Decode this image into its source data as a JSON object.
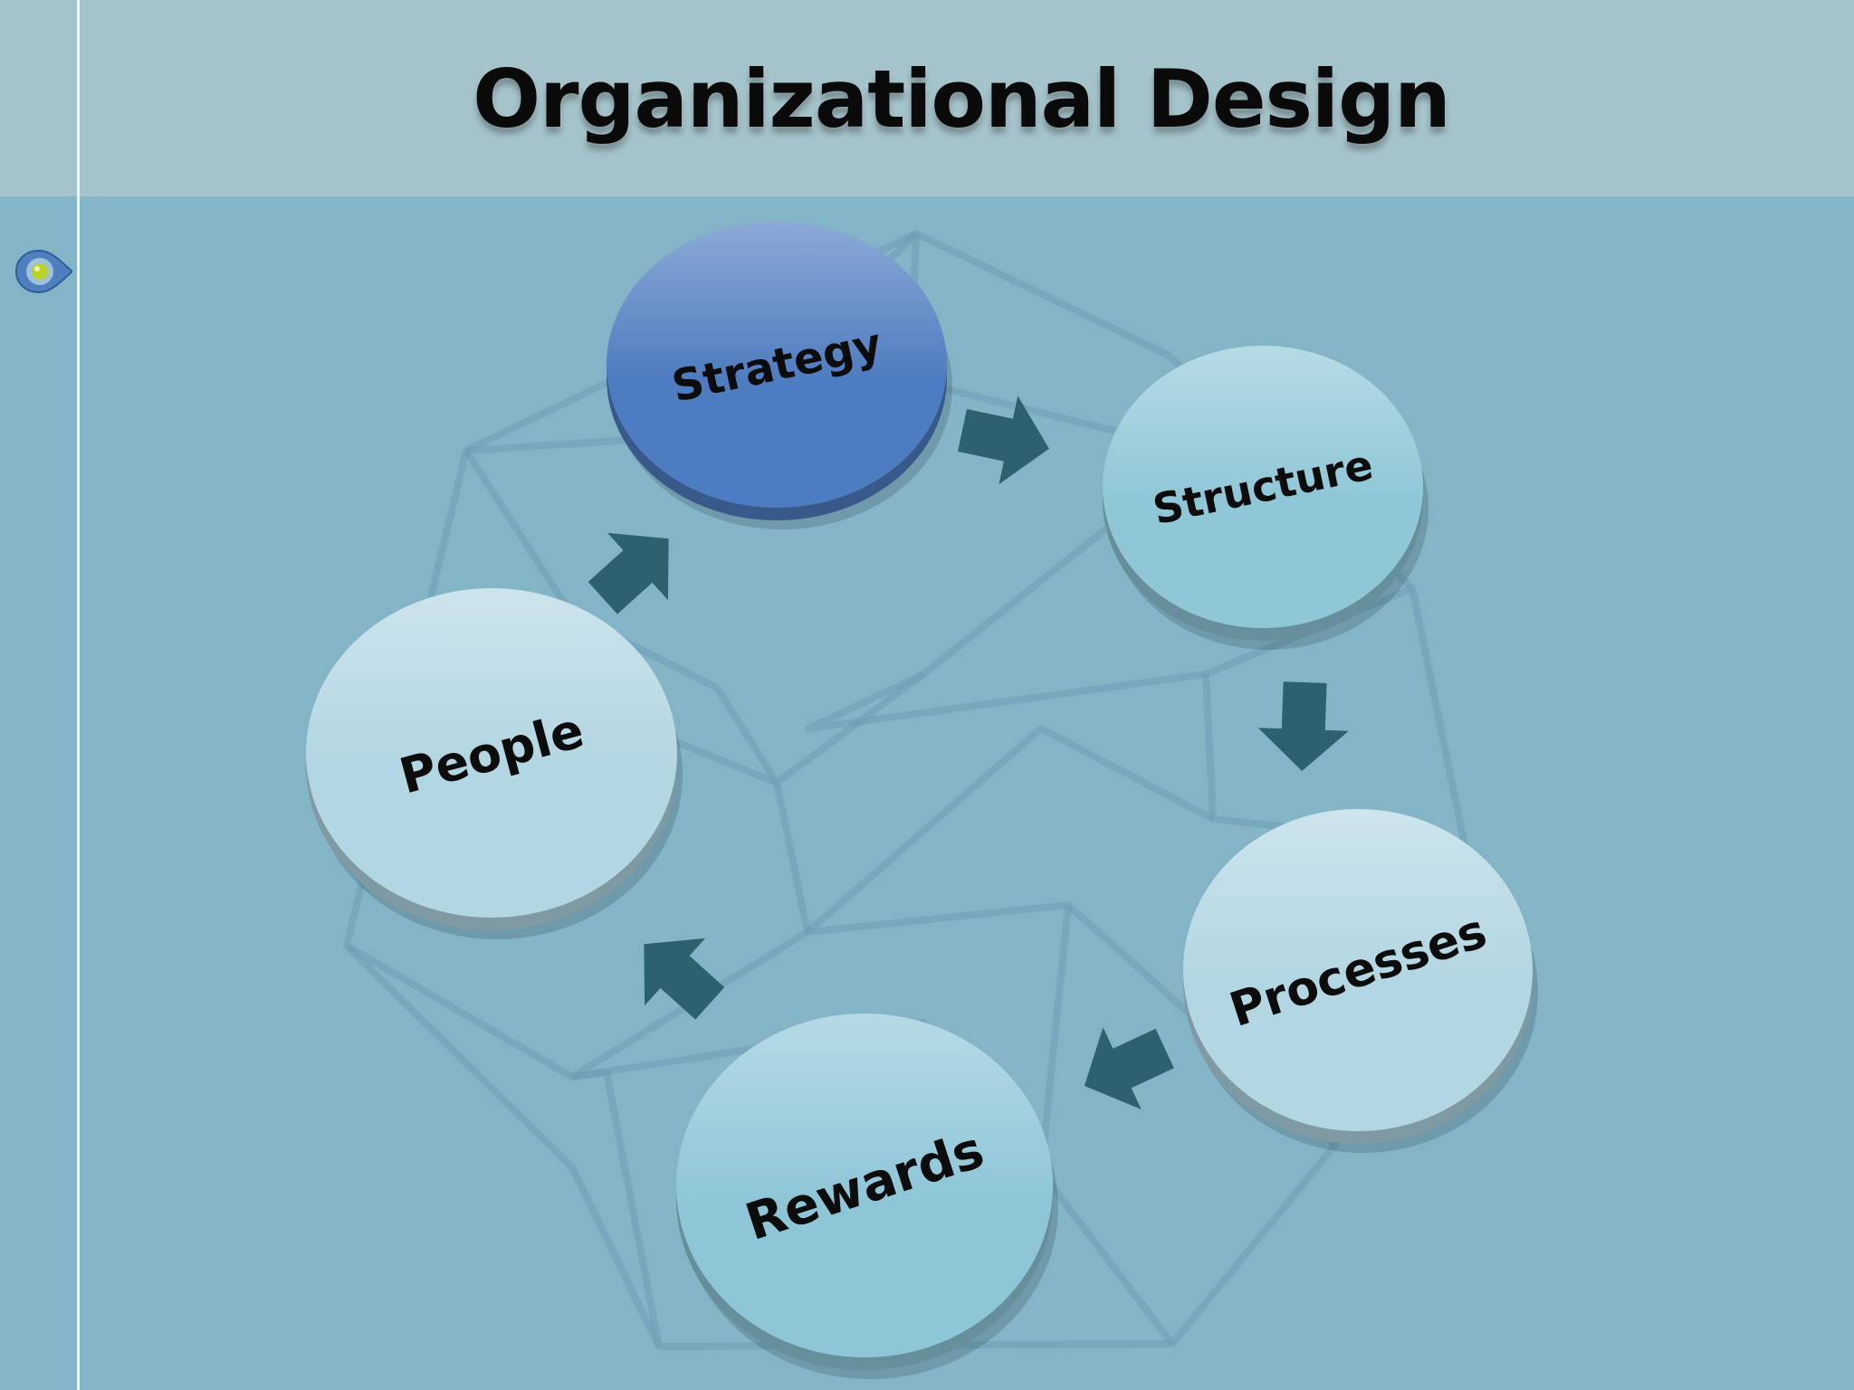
{
  "slide": {
    "title": "Organizational Design"
  },
  "sidebar": {
    "marker_icon": "bullet-dot-icon"
  },
  "cycle": {
    "nodes": [
      {
        "label": "Strategy",
        "color": "#4e7cc0",
        "highlighted": true
      },
      {
        "label": "Structure",
        "color": "#8fc7d7",
        "highlighted": false
      },
      {
        "label": "Processes",
        "color": "#b2d6e2",
        "highlighted": false
      },
      {
        "label": "Rewards",
        "color": "#8ec6d8",
        "highlighted": false
      },
      {
        "label": "People",
        "color": "#b2d6e2",
        "highlighted": false
      }
    ],
    "arrow_color": "#2c6170",
    "arrow_icon": "block-arrow-icon"
  }
}
